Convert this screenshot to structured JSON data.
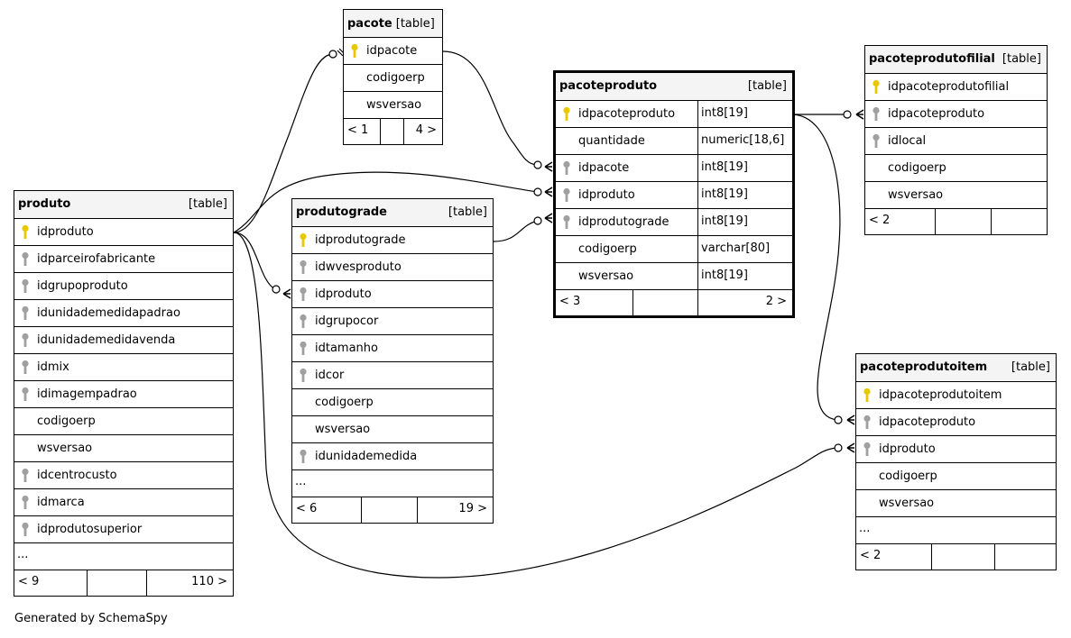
{
  "tables": [
    {
      "id": "pacote",
      "name": "pacote",
      "tag": "[table]",
      "inline": true,
      "columns": [
        {
          "name": "idpacote",
          "key": "pk"
        },
        {
          "name": "codigoerp",
          "key": ""
        },
        {
          "name": "wsversao",
          "key": ""
        }
      ],
      "more": false,
      "footer": {
        "left": "< 1",
        "right": "4 >"
      }
    },
    {
      "id": "pacoteproduto",
      "name": "pacoteproduto",
      "tag": "[table]",
      "focus": true,
      "columns": [
        {
          "name": "idpacoteproduto",
          "key": "pk",
          "type": "int8[19]"
        },
        {
          "name": "quantidade",
          "key": "",
          "type": "numeric[18,6]"
        },
        {
          "name": "idpacote",
          "key": "fk",
          "type": "int8[19]"
        },
        {
          "name": "idproduto",
          "key": "fk",
          "type": "int8[19]"
        },
        {
          "name": "idprodutograde",
          "key": "fk",
          "type": "int8[19]"
        },
        {
          "name": "codigoerp",
          "key": "",
          "type": "varchar[80]"
        },
        {
          "name": "wsversao",
          "key": "",
          "type": "int8[19]"
        }
      ],
      "more": false,
      "footer": {
        "left": "< 3",
        "right": "2 >"
      }
    },
    {
      "id": "pacoteprodutofilial",
      "name": "pacoteprodutofilial",
      "tag": "[table]",
      "columns": [
        {
          "name": "idpacoteprodutofilial",
          "key": "pk"
        },
        {
          "name": "idpacoteproduto",
          "key": "fk"
        },
        {
          "name": "idlocal",
          "key": "fk"
        },
        {
          "name": "codigoerp",
          "key": ""
        },
        {
          "name": "wsversao",
          "key": ""
        }
      ],
      "more": false,
      "footer": {
        "left": "< 2",
        "right": ""
      }
    },
    {
      "id": "produto",
      "name": "produto",
      "tag": "[table]",
      "columns": [
        {
          "name": "idproduto",
          "key": "pk"
        },
        {
          "name": "idparceirofabricante",
          "key": "fk"
        },
        {
          "name": "idgrupoproduto",
          "key": "fk"
        },
        {
          "name": "idunidademedidapadrao",
          "key": "fk"
        },
        {
          "name": "idunidademedidavenda",
          "key": "fk"
        },
        {
          "name": "idmix",
          "key": "fk"
        },
        {
          "name": "idimagempadrao",
          "key": "fk"
        },
        {
          "name": "codigoerp",
          "key": ""
        },
        {
          "name": "wsversao",
          "key": ""
        },
        {
          "name": "idcentrocusto",
          "key": "fk"
        },
        {
          "name": "idmarca",
          "key": "fk"
        },
        {
          "name": "idprodutosuperior",
          "key": "fk"
        }
      ],
      "more": true,
      "more_label": "...",
      "footer": {
        "left": "< 9",
        "right": "110 >"
      }
    },
    {
      "id": "produtograde",
      "name": "produtograde",
      "tag": "[table]",
      "columns": [
        {
          "name": "idprodutograde",
          "key": "pk"
        },
        {
          "name": "idwvesproduto",
          "key": "fk"
        },
        {
          "name": "idproduto",
          "key": "fk"
        },
        {
          "name": "idgrupocor",
          "key": "fk"
        },
        {
          "name": "idtamanho",
          "key": "fk"
        },
        {
          "name": "idcor",
          "key": "fk"
        },
        {
          "name": "codigoerp",
          "key": ""
        },
        {
          "name": "wsversao",
          "key": ""
        },
        {
          "name": "idunidademedida",
          "key": "fk"
        }
      ],
      "more": true,
      "more_label": "...",
      "footer": {
        "left": "< 6",
        "right": "19 >"
      }
    },
    {
      "id": "pacoteprodutoitem",
      "name": "pacoteprodutoitem",
      "tag": "[table]",
      "columns": [
        {
          "name": "idpacoteprodutoitem",
          "key": "pk"
        },
        {
          "name": "idpacoteproduto",
          "key": "fk"
        },
        {
          "name": "idproduto",
          "key": "fk"
        },
        {
          "name": "codigoerp",
          "key": ""
        },
        {
          "name": "wsversao",
          "key": ""
        }
      ],
      "more": true,
      "more_label": "...",
      "footer": {
        "left": "< 2",
        "right": ""
      }
    }
  ],
  "colors": {
    "pk_key": "#e8c800",
    "fk_key": "#a0a0a0",
    "header_bg": "#f4f4f4"
  },
  "footer_note": "Generated by SchemaSpy"
}
